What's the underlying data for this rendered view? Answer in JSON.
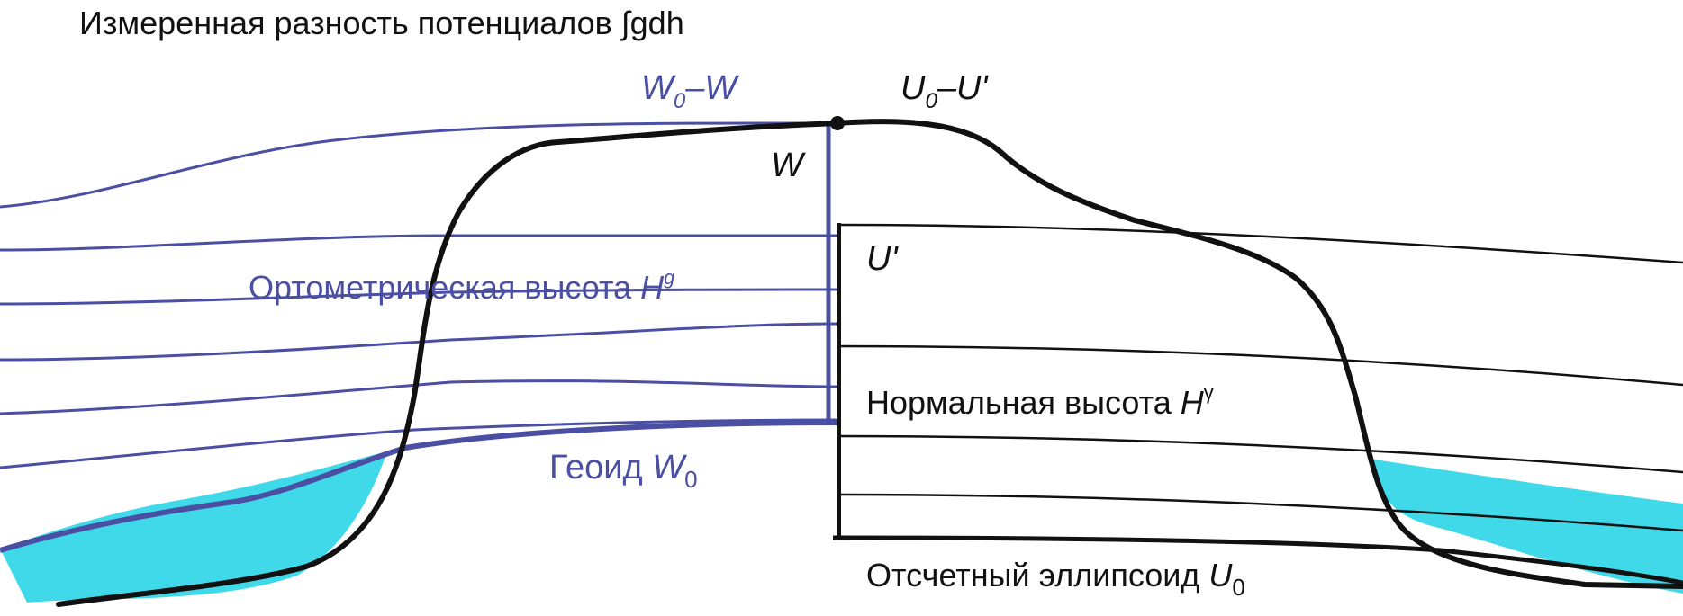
{
  "title": "Измеренная разность потенциалов ∫gdh",
  "labels": {
    "w0_minus_w": {
      "main": "W",
      "sub": "0",
      "rest": "–W"
    },
    "u0_minus_u": {
      "main": "U",
      "sub": "0",
      "rest": "–U'"
    },
    "w": "W",
    "u_prime": "U'",
    "orthometric": {
      "text": "Ортометрическая высота ",
      "var": "H",
      "sup": "g"
    },
    "normal": {
      "text": "Нормальная высота ",
      "var": "H",
      "sup": "γ"
    },
    "geoid": {
      "text": "Геоид ",
      "var": "W",
      "sub": "0"
    },
    "ellipsoid": {
      "text": "Отсчетный эллипсоид ",
      "var": "U",
      "sub": "0"
    }
  },
  "colors": {
    "blue": "#4a4fa3",
    "black": "#111111",
    "water": "#3fd9ea",
    "background": "#ffffff"
  }
}
